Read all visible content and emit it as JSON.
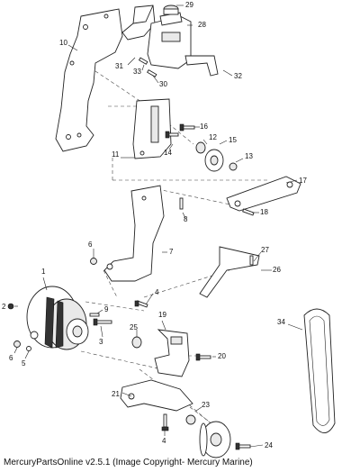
{
  "caption": "MercuryPartsOnline v2.5.1 (Image Copyright- Mercury Marine)",
  "callouts": [
    "1",
    "2",
    "3",
    "4",
    "4",
    "5",
    "6",
    "6",
    "7",
    "8",
    "9",
    "10",
    "11",
    "12",
    "13",
    "14",
    "15",
    "16",
    "17",
    "18",
    "19",
    "20",
    "21",
    "23",
    "24",
    "25",
    "26",
    "27",
    "28",
    "29",
    "30",
    "31",
    "32",
    "33",
    "34"
  ]
}
